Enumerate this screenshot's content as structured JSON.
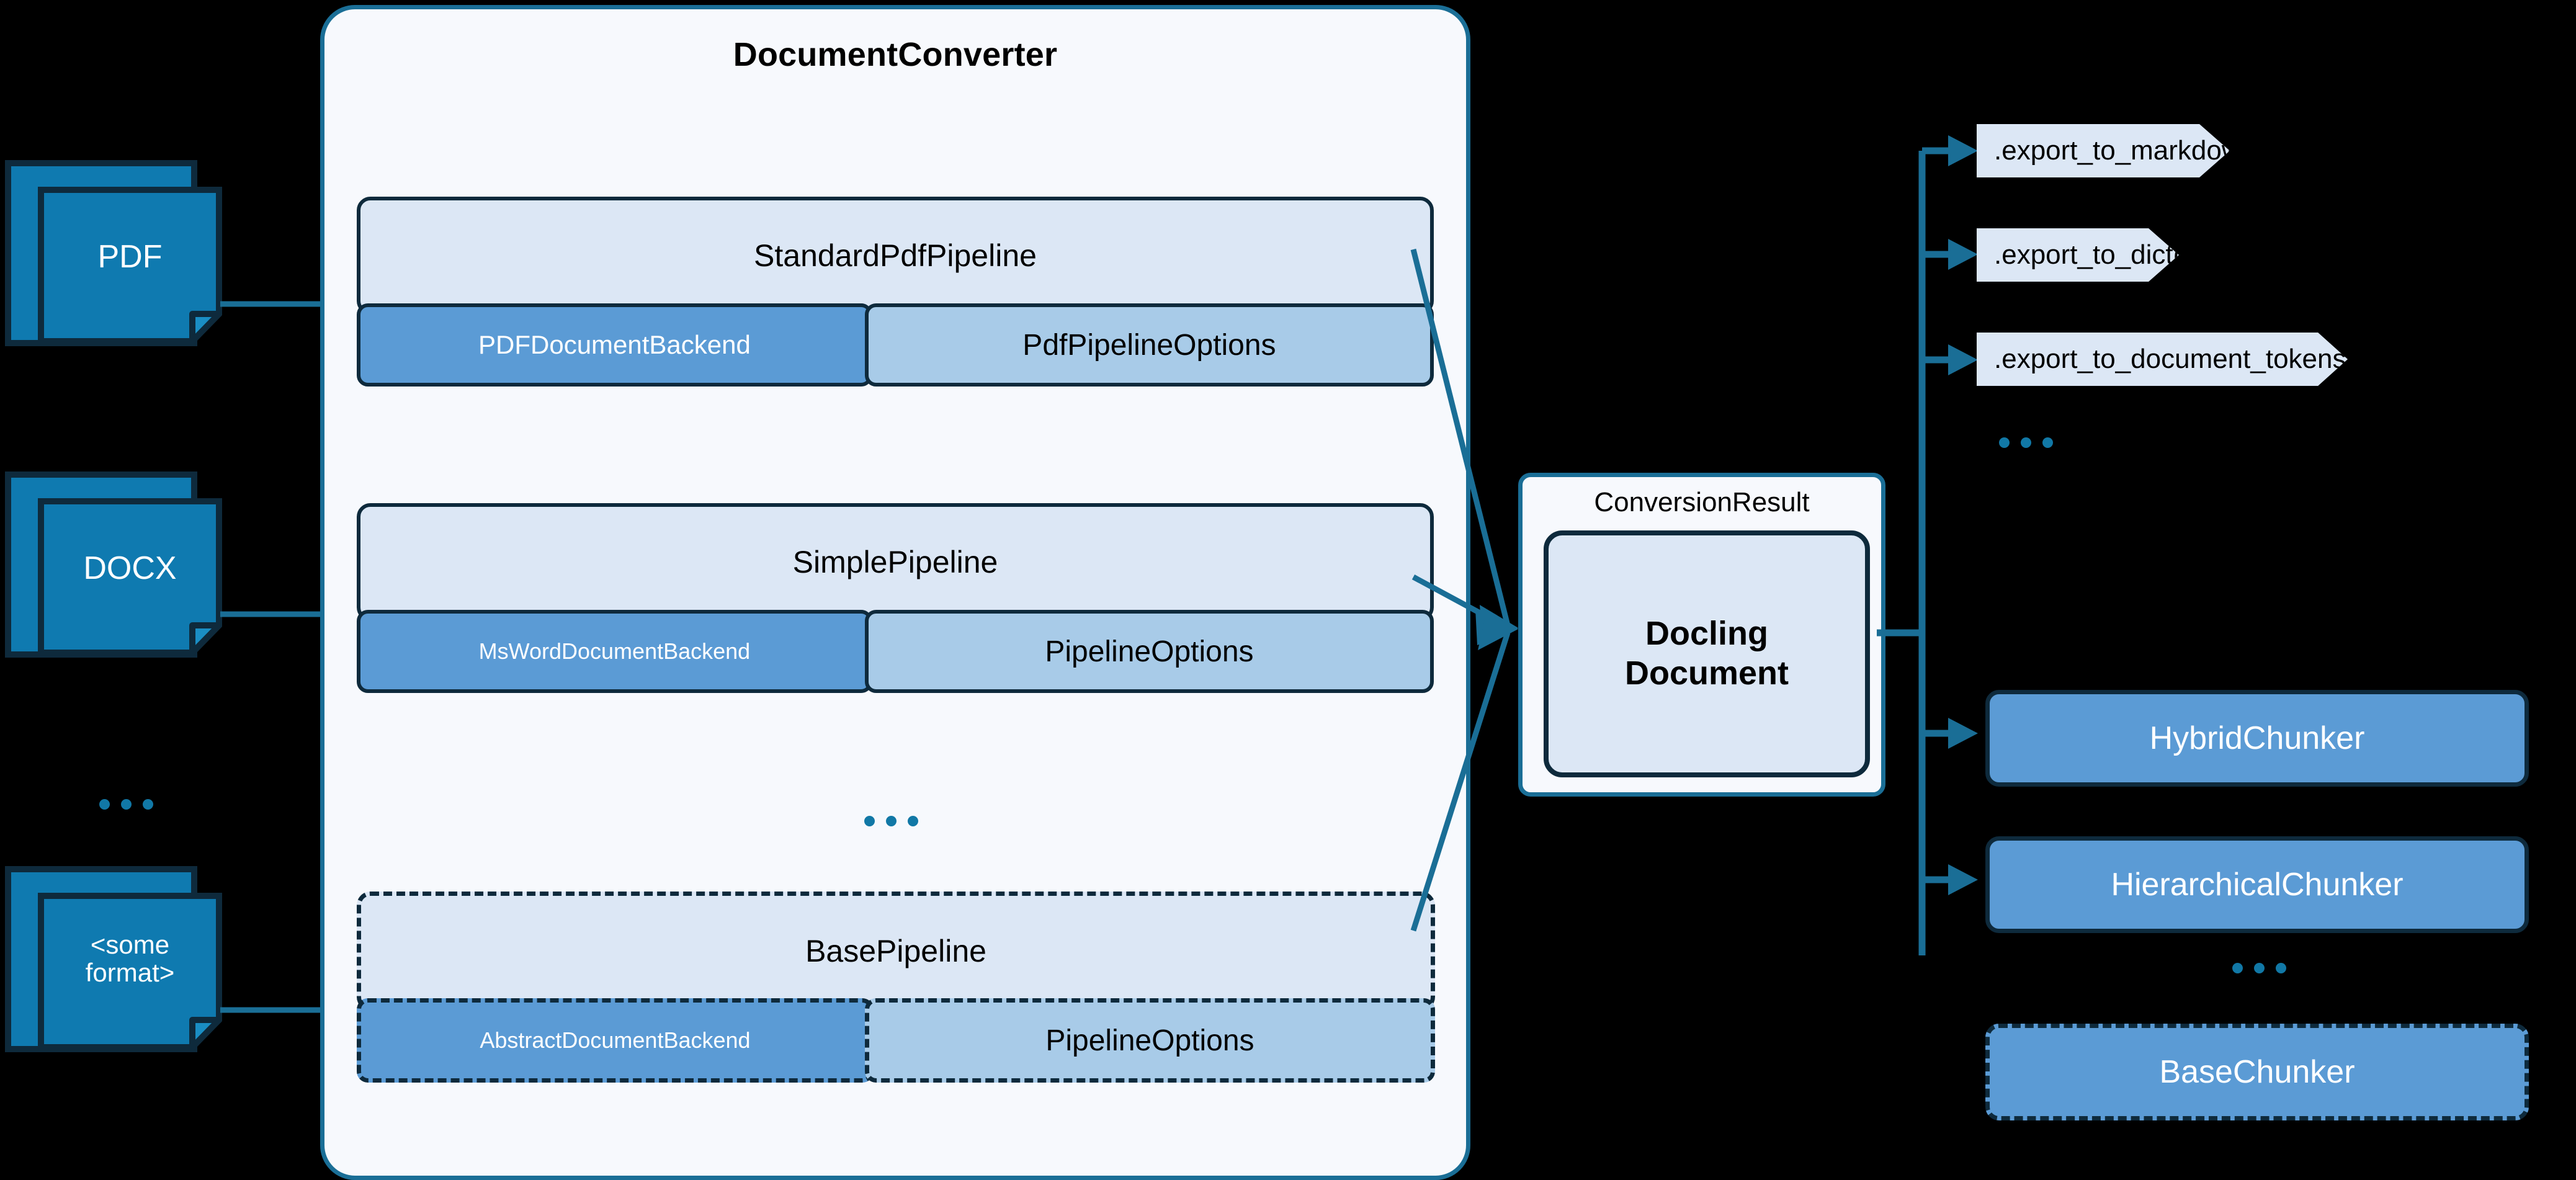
{
  "colors": {
    "background": "#000000",
    "doc_fill": "#0f7ab0",
    "doc_stroke": "#0e2a3c",
    "panel_fill": "#f7f9fd",
    "panel_stroke": "#1a6e96",
    "pipeline_fill": "#dce7f5",
    "backend_fill": "#5b9bd5",
    "options_fill": "#a8cbe8",
    "box_stroke": "#0e2a3c",
    "connector": "#1a6e96",
    "dot": "#1178a6"
  },
  "inputs": {
    "documents": [
      {
        "label": "PDF",
        "multiline": false
      },
      {
        "label": "DOCX",
        "multiline": false
      },
      {
        "label": "<some\nformat>",
        "line1": "<some",
        "line2": "format>",
        "multiline": true
      }
    ],
    "ellipsis": "..."
  },
  "converter": {
    "title": "DocumentConverter",
    "ellipsis": "...",
    "pipelines": [
      {
        "name": "StandardPdfPipeline",
        "backend": "PDFDocumentBackend",
        "options": "PdfPipelineOptions",
        "abstract": false
      },
      {
        "name": "SimplePipeline",
        "backend": "MsWordDocumentBackend",
        "options": "PipelineOptions",
        "abstract": false
      },
      {
        "name": "BasePipeline",
        "backend": "AbstractDocumentBackend",
        "options": "PipelineOptions",
        "abstract": true
      }
    ]
  },
  "result": {
    "title": "ConversionResult",
    "document_line1": "Docling",
    "document_line2": "Document"
  },
  "exports": {
    "methods": [
      ".export_to_markdown()",
      ".export_to_dict()",
      ".export_to_document_tokens()"
    ],
    "ellipsis": "..."
  },
  "chunkers": {
    "items": [
      {
        "label": "HybridChunker",
        "abstract": false
      },
      {
        "label": "HierarchicalChunker",
        "abstract": false
      },
      {
        "label": "BaseChunker",
        "abstract": true
      }
    ],
    "ellipsis": "..."
  }
}
